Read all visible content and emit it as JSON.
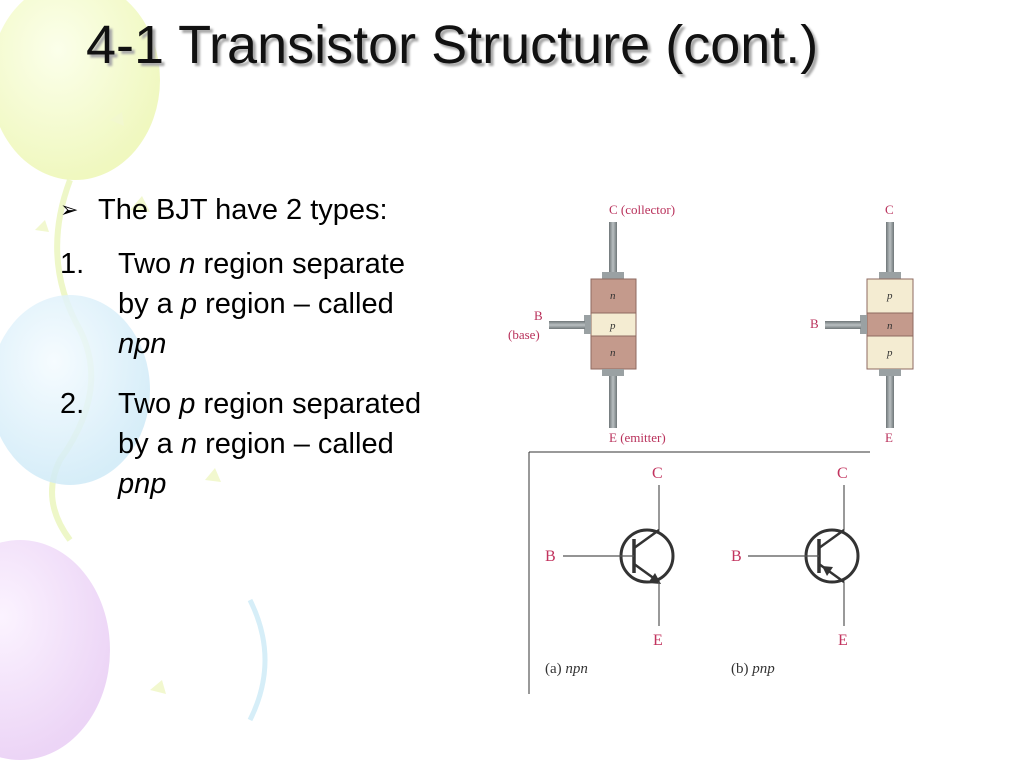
{
  "title": "4-1 Transistor Structure (cont.)",
  "intro": "The BJT have 2 types:",
  "items": [
    {
      "num": "1.",
      "line1_a": "Two ",
      "line1_var": "n",
      "line1_b": " region separate",
      "line2_a": "by a ",
      "line2_var": "p",
      "line2_b": " region – called",
      "line3": "npn"
    },
    {
      "num": "2.",
      "line1_a": "Two ",
      "line1_var": "p",
      "line1_b": " region separated",
      "line2_a": "by a ",
      "line2_var": "n",
      "line2_b": " region – called",
      "line3": "pnp"
    }
  ],
  "structure": {
    "npn": {
      "collector": "C (collector)",
      "base_line1": "B",
      "base_line2": "(base)",
      "emitter": "E (emitter)",
      "regions": [
        "n",
        "p",
        "n"
      ]
    },
    "pnp": {
      "collector": "C",
      "base": "B",
      "emitter": "E",
      "regions": [
        "p",
        "n",
        "p"
      ]
    }
  },
  "symbols": {
    "npn": {
      "c": "C",
      "b": "B",
      "e": "E",
      "caption_prefix": "(a) ",
      "caption_var": "npn"
    },
    "pnp": {
      "c": "C",
      "b": "B",
      "e": "E",
      "caption_prefix": "(b) ",
      "caption_var": "pnp"
    }
  },
  "colors": {
    "n_region": "#c49a8c",
    "p_region": "#f4ecd2",
    "label": "#b9315b",
    "lead": "#8a9193"
  }
}
